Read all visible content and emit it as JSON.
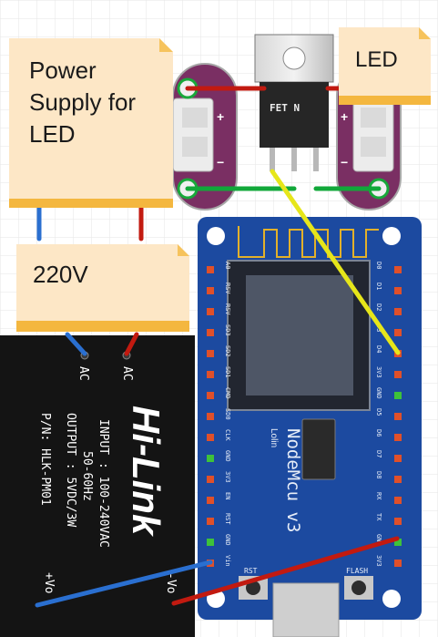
{
  "notes": {
    "power_supply": [
      "Power",
      "Supply for",
      "LED"
    ],
    "led": "LED",
    "mains": "220V"
  },
  "mosfet": {
    "label": "FET N"
  },
  "psu_module": {
    "brand": "Hi-Link",
    "input": "INPUT : 100-240VAC",
    "freq": "50-60Hz",
    "output": "OUTPUT : 5VDC/3W",
    "part": "P/N: HLK-PM01",
    "ac_left": "AC",
    "ac_right": "AC",
    "plus_vo": "+Vo",
    "minus_vo": "-Vo"
  },
  "nodemcu": {
    "name": "NodeMcu  v3",
    "maker": "Lolin",
    "rst": "RST",
    "flash": "FLASH",
    "left_pins": [
      "A0",
      "RSV",
      "RSV",
      "SD3",
      "SD2",
      "SD1",
      "CMD",
      "SD0",
      "CLK",
      "GND",
      "3V3",
      "EN",
      "RST",
      "GND",
      "Vin"
    ],
    "right_pins": [
      "D0",
      "D1",
      "D2",
      "D3",
      "D4",
      "3V3",
      "GND",
      "D5",
      "D6",
      "D7",
      "D8",
      "RX",
      "TX",
      "GND",
      "3V3"
    ]
  },
  "connector_signs": {
    "plus": "+",
    "minus": "−"
  },
  "colors": {
    "grid": "#e6e6e6",
    "note_fill": "#fde7c6",
    "note_fold": "#f6c35d",
    "note_bar": "#f4b73f",
    "psu_body": "#141414",
    "board_blue": "#1c4aa0",
    "wire_red": "#c21a10",
    "wire_blue": "#2a6fd0",
    "wire_green": "#12a83a",
    "wire_yellow": "#e6e61a",
    "connector_purple": "#7a2f63"
  }
}
